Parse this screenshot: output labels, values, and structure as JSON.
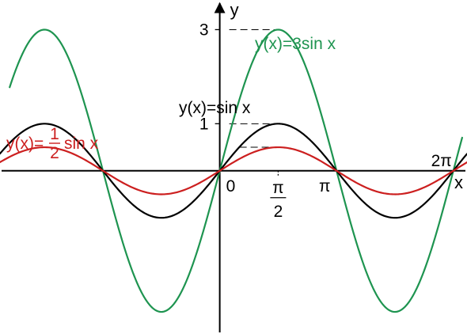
{
  "chart_data": {
    "type": "line",
    "xlabel": "x",
    "ylabel": "y",
    "xlim": [
      -5.91,
      6.65
    ],
    "ylim": [
      -3.47,
      3.63
    ],
    "grid": false,
    "legend": "none",
    "x_ticks": [
      {
        "value": 0,
        "label": "0",
        "kind": "plain"
      },
      {
        "value": 1.5708,
        "label_num": "π",
        "label_den": "2",
        "kind": "fraction"
      },
      {
        "value": 3.1416,
        "label": "π",
        "kind": "plain"
      },
      {
        "value": 6.2832,
        "label": "2π",
        "kind": "plain"
      }
    ],
    "y_ticks": [
      {
        "value": 1,
        "label": "1"
      },
      {
        "value": 3,
        "label": "3"
      }
    ],
    "guide_levels": [
      3,
      1,
      0.5
    ],
    "series": [
      {
        "name": "y(x)=3sin x",
        "amplitude": 3,
        "color": "#1e9450",
        "x_range": [
          -5.65,
          6.52
        ],
        "label": {
          "text": "y(x)=3sin x",
          "kind": "plain"
        }
      },
      {
        "name": "y(x)=sin x",
        "amplitude": 1,
        "color": "#000000",
        "x_range": [
          -5.91,
          6.65
        ],
        "label": {
          "text": "y(x)=sin x",
          "kind": "plain"
        }
      },
      {
        "name": "y(x)=1/2 sin x",
        "amplitude": 0.5,
        "color": "#cc1f1f",
        "x_range": [
          -5.91,
          6.65
        ],
        "label": {
          "prefix": "y(x)=",
          "num": "1",
          "den": "2",
          "suffix": "sin x",
          "kind": "fraction"
        }
      }
    ]
  }
}
